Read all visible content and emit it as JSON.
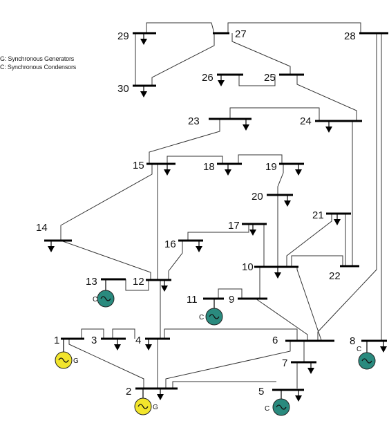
{
  "legend": {
    "generators": "G: Synchronous Generators",
    "condensors": "C: Synchronous Condensors"
  },
  "buses": [
    {
      "id": "1",
      "label": "1"
    },
    {
      "id": "2",
      "label": "2"
    },
    {
      "id": "3",
      "label": "3"
    },
    {
      "id": "4",
      "label": "4"
    },
    {
      "id": "5",
      "label": "5"
    },
    {
      "id": "6",
      "label": "6"
    },
    {
      "id": "7",
      "label": "7"
    },
    {
      "id": "8",
      "label": "8"
    },
    {
      "id": "9",
      "label": "9"
    },
    {
      "id": "10",
      "label": "10"
    },
    {
      "id": "11",
      "label": "11"
    },
    {
      "id": "12",
      "label": "12"
    },
    {
      "id": "13",
      "label": "13"
    },
    {
      "id": "14",
      "label": "14"
    },
    {
      "id": "15",
      "label": "15"
    },
    {
      "id": "16",
      "label": "16"
    },
    {
      "id": "17",
      "label": "17"
    },
    {
      "id": "18",
      "label": "18"
    },
    {
      "id": "19",
      "label": "19"
    },
    {
      "id": "20",
      "label": "20"
    },
    {
      "id": "21",
      "label": "21"
    },
    {
      "id": "22",
      "label": "22"
    },
    {
      "id": "23",
      "label": "23"
    },
    {
      "id": "24",
      "label": "24"
    },
    {
      "id": "25",
      "label": "25"
    },
    {
      "id": "26",
      "label": "26"
    },
    {
      "id": "27",
      "label": "27"
    },
    {
      "id": "28",
      "label": "28"
    },
    {
      "id": "29",
      "label": "29"
    },
    {
      "id": "30",
      "label": "30"
    }
  ],
  "machines": [
    {
      "bus": "1",
      "tag": "G",
      "kind": "generator",
      "color": "#f2e52c"
    },
    {
      "bus": "2",
      "tag": "G",
      "kind": "generator",
      "color": "#f2e52c"
    },
    {
      "bus": "5",
      "tag": "C",
      "kind": "condensor",
      "color": "#2a8a7e"
    },
    {
      "bus": "8",
      "tag": "C",
      "kind": "condensor",
      "color": "#2a8a7e"
    },
    {
      "bus": "11",
      "tag": "C",
      "kind": "condensor",
      "color": "#2a8a7e"
    },
    {
      "bus": "13",
      "tag": "C",
      "kind": "condensor",
      "color": "#2a8a7e"
    }
  ],
  "colors": {
    "generator": "#f2e52c",
    "condensor": "#2a8a7e",
    "bus": "#000000",
    "line": "#333333"
  }
}
